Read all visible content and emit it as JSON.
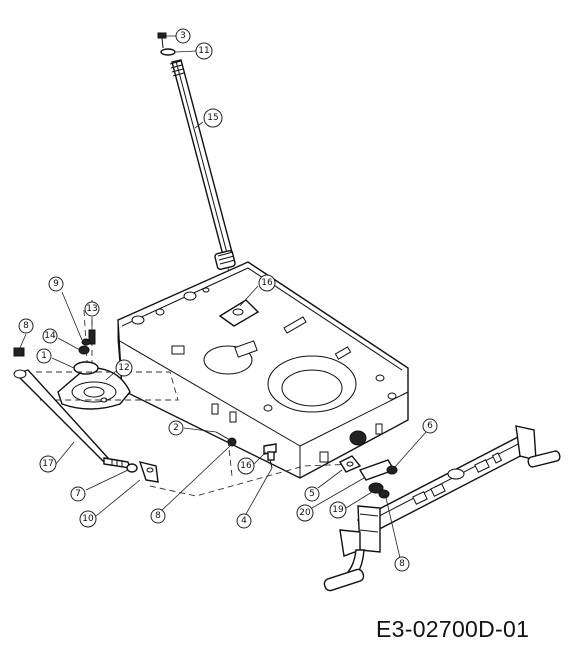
{
  "drawing_code": "E3-02700D-01",
  "callouts": [
    "3",
    "11",
    "15",
    "16",
    "9",
    "13",
    "8",
    "14",
    "1",
    "12",
    "17",
    "2",
    "16",
    "6",
    "7",
    "10",
    "8",
    "4",
    "5",
    "20",
    "19",
    "8"
  ]
}
